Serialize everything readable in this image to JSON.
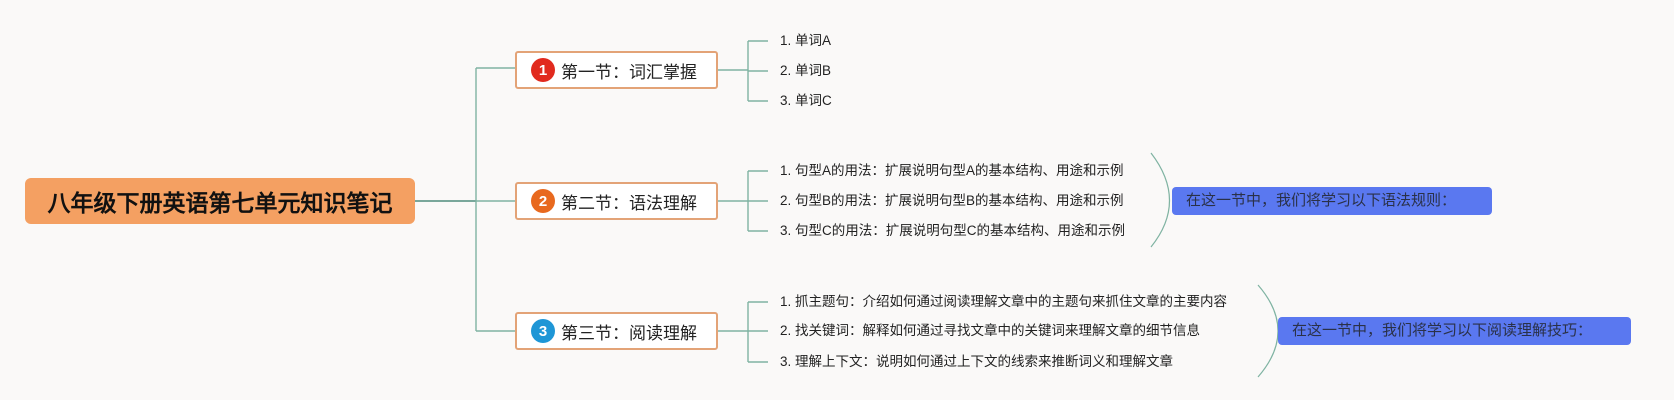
{
  "root": {
    "title": "八年级下册英语第七单元知识笔记"
  },
  "sections": [
    {
      "number": "1",
      "badge_color": "#e12a1e",
      "title": "第一节：词汇掌握",
      "items": [
        "1. 单词A",
        "2. 单词B",
        "3. 单词C"
      ]
    },
    {
      "number": "2",
      "badge_color": "#e8691e",
      "title": "第二节：语法理解",
      "items": [
        "1. 句型A的用法：扩展说明句型A的基本结构、用途和示例",
        "2. 句型B的用法：扩展说明句型B的基本结构、用途和示例",
        "3. 句型C的用法：扩展说明句型C的基本结构、用途和示例"
      ],
      "note": "在这一节中，我们将学习以下语法规则："
    },
    {
      "number": "3",
      "badge_color": "#1e96d6",
      "title": "第三节：阅读理解",
      "items": [
        "1. 抓主题句：介绍如何通过阅读理解文章中的主题句来抓住文章的主要内容",
        "2. 找关键词：解释如何通过寻找文章中的关键词来理解文章的细节信息",
        "3. 理解上下文：说明如何通过上下文的线索来推断词义和理解文章"
      ],
      "note": "在这一节中，我们将学习以下阅读理解技巧："
    }
  ]
}
